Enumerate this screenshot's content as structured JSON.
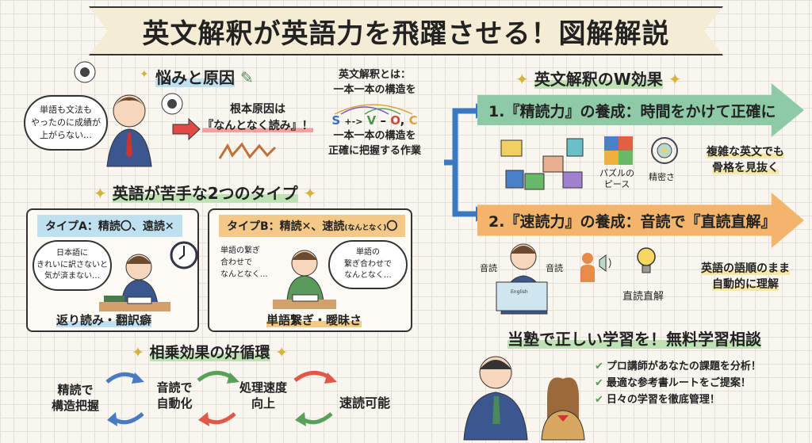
{
  "title": "英文解釈が英語力を飛躍させる！図解解説",
  "problem": {
    "heading": "悩みと原因",
    "bubble": "単語も文法も\nやったのに成績が\n上がらない…",
    "cause_line1": "根本原因は",
    "cause_line2": "『なんとなく読み』！"
  },
  "definition": {
    "line1": "英文解釈とは：",
    "line2": "一本一本の構造を",
    "formula": [
      "S",
      "+->",
      "V",
      "–",
      "O",
      ",",
      "C"
    ],
    "line3": "一本一本の構造を",
    "line4": "正確に把握する作業"
  },
  "types": {
    "heading": "英語が苦手な2つのタイプ",
    "a": {
      "label": "タイプA：精読〇、遠読✕",
      "bubble": "日本語に\nきれいに訳さないと\n気が済まない…",
      "caption": "返り読み・翻訳癖"
    },
    "b": {
      "label_main": "タイプB：精読✕、速読",
      "label_small": "(なんとなく)",
      "label_end": "〇",
      "note": "単語の繋ぎ\n合わせで\nなんとなく…",
      "bubble": "単語の\n繋ぎ合わせで\nなんとなく…",
      "caption": "単語繋ぎ・曖昧さ"
    }
  },
  "cycle": {
    "heading": "相乗効果の好循環",
    "nodes": [
      "精読で\n構造把握",
      "音読で\n自動化",
      "処理速度\n向上",
      "速読可能"
    ]
  },
  "w_effect": {
    "heading": "英文解釈のW効果",
    "item1": {
      "label": "1.『精読力』の養成：時間をかけて正確に",
      "puzzle_caption": "パズルの\nピース",
      "precision_caption": "精密さ",
      "summary": "複雑な英文でも\n骨格を見抜く",
      "color": "#8fcaa6"
    },
    "item2": {
      "label": "2.『速読力』の養成：音読で『直読直解』",
      "ondoku_left": "音読",
      "ondoku_right": "音読",
      "book_label": "English",
      "bulb_caption": "直読直解",
      "summary": "英語の語順のまま\n自動的に理解",
      "color": "#f2b56b"
    }
  },
  "cta": {
    "heading": "当塾で正しい学習を！無料学習相談",
    "items": [
      "プロ講師があなたの課題を分析！",
      "最適な参考書ルートをご提案！",
      "日々の学習を徹底管理！"
    ]
  }
}
